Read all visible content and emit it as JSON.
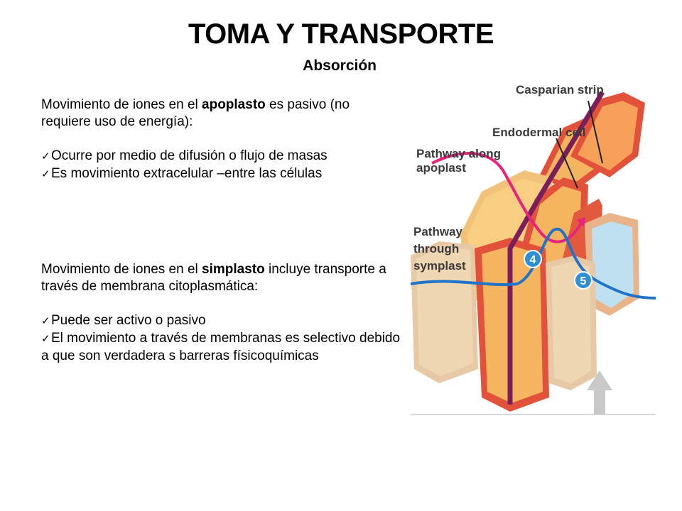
{
  "slide": {
    "title": "TOMA Y TRANSPORTE",
    "subtitle": "Absorción"
  },
  "apoplast_block": {
    "intro_pre": "Movimiento de iones en el ",
    "intro_bold": "apoplasto",
    "intro_post": " es pasivo (no requiere uso de energía):",
    "bullets": [
      "Ocurre por medio de difusión o flujo de masas",
      "Es movimiento extracelular –entre las células"
    ]
  },
  "symplast_block": {
    "intro_pre": "Movimiento de iones en el ",
    "intro_bold": "simplasto",
    "intro_post": " incluye transporte a través de membrana citoplasmática:",
    "bullets": [
      "Puede ser activo o pasivo",
      "El movimiento a través de membranas es selectivo debido a que son verdadera s barreras físicoquímicas"
    ]
  },
  "figure": {
    "labels": {
      "casparian": "Casparian strip",
      "endodermal": "Endodermal cell",
      "apoplast_line1": "Pathway along",
      "apoplast_line2": "apoplast",
      "symplast_line1": "Pathway",
      "symplast_line2": "through",
      "symplast_line3": "symplast"
    },
    "markers": [
      "4",
      "5"
    ],
    "colors": {
      "cell_wall": "#e2513a",
      "cytoplasm": "#f5b560",
      "casparian": "#7a1f5c",
      "apoplast_path": "#e8237d",
      "symplast_path": "#1f74c9",
      "vessel": "#bfe0f0",
      "marker": "#2e8fd6"
    }
  }
}
